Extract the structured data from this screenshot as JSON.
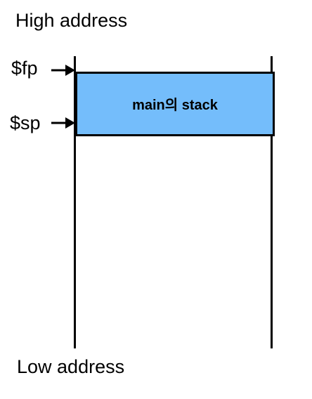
{
  "labels": {
    "high_address": "High address",
    "low_address": "Low address",
    "frame_pointer": "$fp",
    "stack_pointer": "$sp"
  },
  "stack_frame": {
    "label": "main의 stack",
    "fill_color": "#74bdfb"
  },
  "icons": {
    "fp_pointer": "right-arrow",
    "sp_pointer": "right-arrow"
  }
}
